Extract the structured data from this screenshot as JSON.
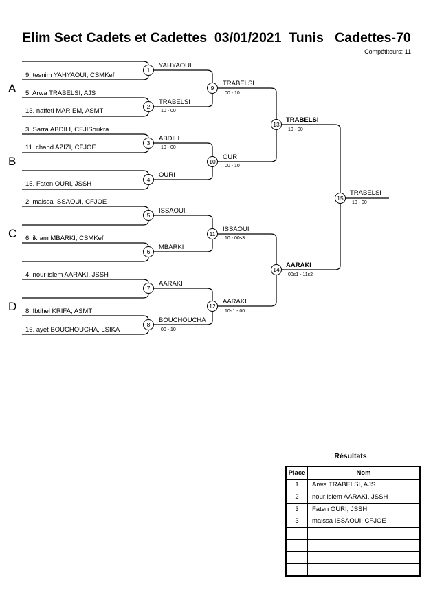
{
  "header": {
    "title": "Elim Sect Cadets et Cadettes  03/01/2021  Tunis   Cadettes-70",
    "competitors": "Compétiteurs: 11"
  },
  "pools": [
    "A",
    "B",
    "C",
    "D"
  ],
  "entrants": [
    {
      "text": "9. tesnim YAHYAOUI, CSMKef"
    },
    {
      "text": "5. Arwa TRABELSI, AJS"
    },
    {
      "text": "13. naffeti MARIEM, ASMT"
    },
    {
      "text": "3. Sarra ABDILI, CFJISoukra"
    },
    {
      "text": "11. chahd AZIZI, CFJOE"
    },
    {
      "text": "15. Faten OURI, JSSH"
    },
    {
      "text": "2. maissa ISSAOUI, CFJOE"
    },
    {
      "text": "6. ikram MBARKI, CSMKef"
    },
    {
      "text": "4. nour islem AARAKI, JSSH"
    },
    {
      "text": "8. Ibtihel KRIFA, ASMT"
    },
    {
      "text": "16. ayet BOUCHOUCHA, LSIKA"
    }
  ],
  "round1": [
    {
      "number": "1",
      "winner": "YAHYAOUI",
      "score": ""
    },
    {
      "number": "2",
      "winner": "TRABELSI",
      "score": "10 - 00"
    },
    {
      "number": "3",
      "winner": "ABDILI",
      "score": "10 - 00"
    },
    {
      "number": "4",
      "winner": "OURI",
      "score": ""
    },
    {
      "number": "5",
      "winner": "ISSAOUI",
      "score": ""
    },
    {
      "number": "6",
      "winner": "MBARKI",
      "score": ""
    },
    {
      "number": "7",
      "winner": "AARAKI",
      "score": ""
    },
    {
      "number": "8",
      "winner": "BOUCHOUCHA",
      "score": "00 - 10"
    }
  ],
  "round2": [
    {
      "number": "9",
      "winner": "TRABELSI",
      "score": "00 - 10"
    },
    {
      "number": "10",
      "winner": "OURI",
      "score": "00 - 10"
    },
    {
      "number": "11",
      "winner": "ISSAOUI",
      "score": "10 - 00s3"
    },
    {
      "number": "12",
      "winner": "AARAKI",
      "score": "10s1 - 00"
    }
  ],
  "round3": [
    {
      "number": "13",
      "winner": "TRABELSI",
      "score": "10 - 00"
    },
    {
      "number": "14",
      "winner": "AARAKI",
      "score": "00s1 - 11s2"
    }
  ],
  "final": {
    "number": "15",
    "winner": "TRABELSI",
    "score": "10 - 00"
  },
  "results": {
    "title": "Résultats",
    "col_place": "Place",
    "col_name": "Nom",
    "rows": [
      {
        "place": "1",
        "name": "Arwa TRABELSI, AJS"
      },
      {
        "place": "2",
        "name": "nour islem AARAKI, JSSH"
      },
      {
        "place": "3",
        "name": "Faten OURI, JSSH"
      },
      {
        "place": "3",
        "name": "maissa ISSAOUI, CFJOE"
      },
      {
        "place": "",
        "name": ""
      },
      {
        "place": "",
        "name": ""
      },
      {
        "place": "",
        "name": ""
      },
      {
        "place": "",
        "name": ""
      }
    ]
  }
}
